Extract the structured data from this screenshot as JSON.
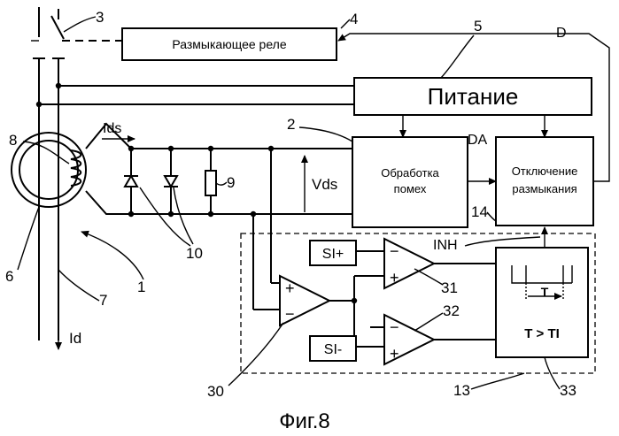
{
  "blocks": {
    "relay": "Размыкающее реле",
    "power": "Питание",
    "noise_line1": "Обработка",
    "noise_line2": "помех",
    "trip_line1": "Отключение",
    "trip_line2": "размыкания",
    "timer_label": "T > TI",
    "timer_t": "T"
  },
  "thresholds": {
    "pos": "SI+",
    "neg": "SI-"
  },
  "signals": {
    "ids": "Ids",
    "vds": "Vds",
    "id": "Id",
    "da": "DA",
    "d": "D",
    "inh": "INH"
  },
  "signs": {
    "minus": "−",
    "plus": "+"
  },
  "refs": [
    "1",
    "2",
    "3",
    "4",
    "5",
    "6",
    "7",
    "8",
    "9",
    "10",
    "13",
    "14",
    "30",
    "31",
    "32",
    "33"
  ],
  "caption": "Фиг.8"
}
